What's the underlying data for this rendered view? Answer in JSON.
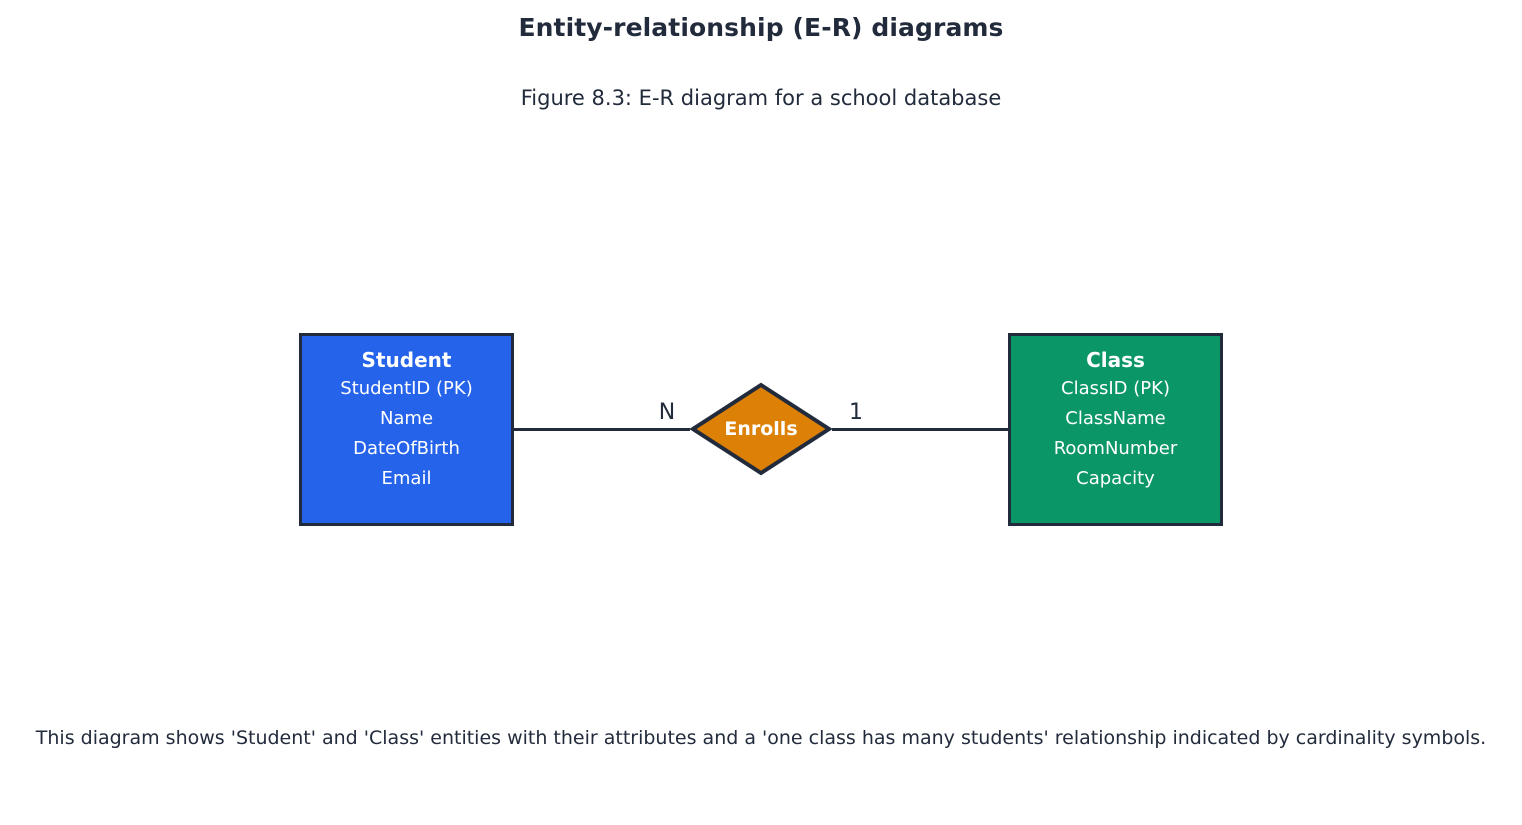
{
  "page": {
    "title": "Entity-relationship (E-R) diagrams",
    "figure_subtitle": "Figure 8.3: E-R diagram for a school database",
    "caption": "This diagram shows 'Student' and 'Class' entities with their attributes and a 'one class has many students' relationship indicated by cardinality symbols."
  },
  "colors": {
    "text": "#222b3c",
    "student_fill": "#2563eb",
    "class_fill": "#0b9668",
    "relationship_fill": "#dd8006",
    "stroke": "#222b3c",
    "background": "#ffffff"
  },
  "diagram": {
    "type": "entity-relationship",
    "entities": [
      {
        "id": "student",
        "name": "Student",
        "fill": "#2563eb",
        "attributes": [
          "StudentID (PK)",
          "Name",
          "DateOfBirth",
          "Email"
        ]
      },
      {
        "id": "class",
        "name": "Class",
        "fill": "#0b9668",
        "attributes": [
          "ClassID (PK)",
          "ClassName",
          "RoomNumber",
          "Capacity"
        ]
      }
    ],
    "relationships": [
      {
        "id": "enrolls",
        "name": "Enrolls",
        "fill": "#dd8006",
        "from": "Student",
        "to": "Class",
        "cardinality_left": "N",
        "cardinality_right": "1"
      }
    ]
  }
}
